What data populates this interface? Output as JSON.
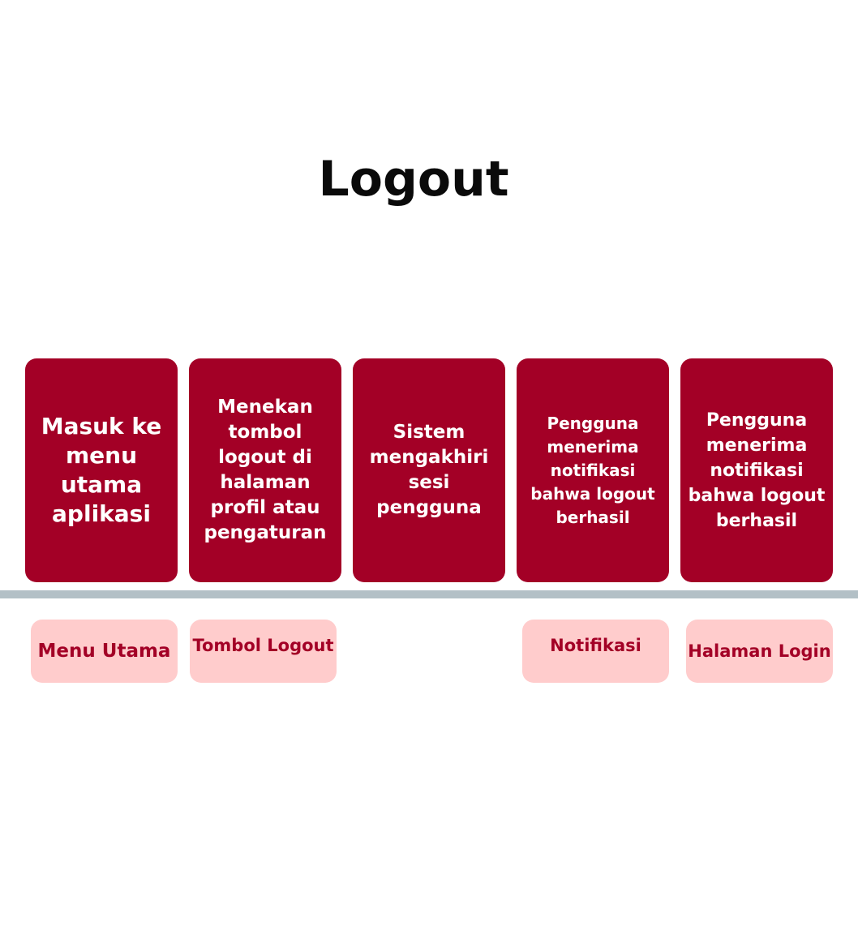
{
  "title": "Logout",
  "steps": [
    {
      "text": "Masuk ke menu utama aplikasi"
    },
    {
      "text": "Menekan tombol logout di halaman profil atau pengaturan"
    },
    {
      "text": "Sistem mengakhiri sesi pengguna"
    },
    {
      "text": "Pengguna menerima notifikasi bahwa logout berhasil"
    },
    {
      "text": "Pengguna menerima notifikasi bahwa logout berhasil"
    }
  ],
  "touchpoints": [
    {
      "text": "Menu Utama"
    },
    {
      "text": "Tombol Logout"
    },
    {
      "text": "Notifikasi"
    },
    {
      "text": "Halaman Login"
    }
  ],
  "colors": {
    "step_fill": "#a30026",
    "touchpoint_fill": "#ffcccc",
    "touchpoint_text": "#a30026",
    "divider": "#b3c0c6"
  }
}
